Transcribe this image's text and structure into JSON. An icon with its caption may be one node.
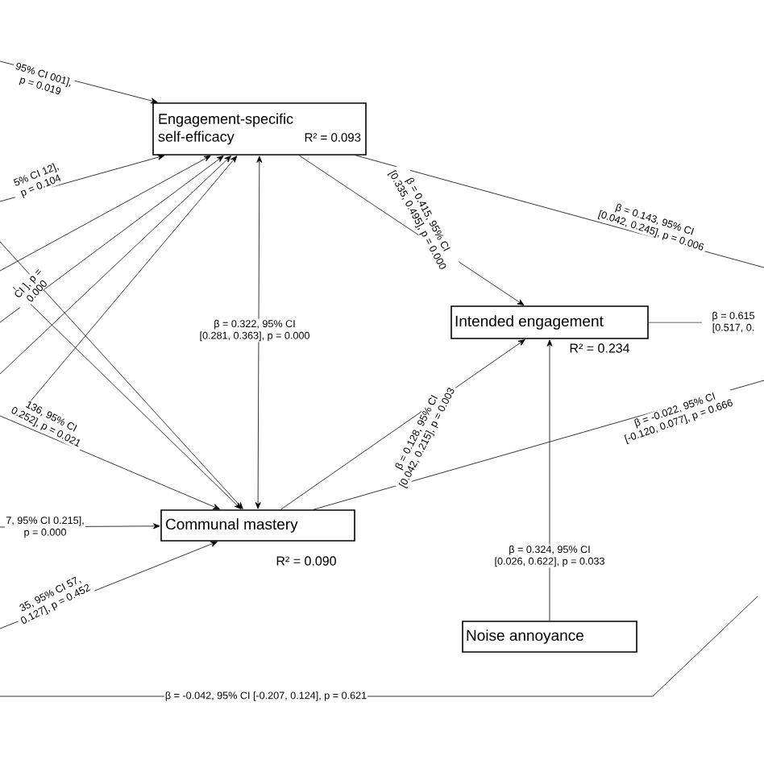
{
  "diagram": {
    "nodes": [
      {
        "text": [
          "Engagement-specific self-efficacy",
          "R² = 0.093"
        ]
      },
      {
        "text": [
          "Communal mastery"
        ],
        "beside": [
          "R² = 0.090"
        ]
      },
      {
        "text": [
          "Intended engagement"
        ],
        "beside": [
          "R² = 0.234"
        ]
      },
      {
        "text": [
          "Noise annoyance"
        ]
      }
    ],
    "edges": [
      {
        "from": null,
        "to": 0,
        "arrow": "to",
        "label": "95% CI 001], p = 0.019"
      },
      {
        "from": null,
        "to": 0,
        "arrow": "to",
        "label": "5% CI 12], p = 0.104"
      },
      {
        "from": null,
        "to": 0,
        "arrow": "to",
        "label": "CI ], p = 0.000"
      },
      {
        "from": null,
        "to": 0,
        "arrow": "to"
      },
      {
        "from": null,
        "to": 0,
        "arrow": "to"
      },
      {
        "from": null,
        "to": 0,
        "arrow": "to"
      },
      {
        "from": null,
        "to": 1,
        "arrow": "to"
      },
      {
        "from": null,
        "to": 1,
        "arrow": "to"
      },
      {
        "from": null,
        "to": 1,
        "arrow": "to",
        "label": "136, 95% CI 0.252], p = 0.021"
      },
      {
        "from": null,
        "to": 1,
        "arrow": "to",
        "label": "7, 95% CI 0.215], p = 0.000"
      },
      {
        "from": null,
        "to": 1,
        "arrow": "to",
        "label": "35, 95% CI 57, 0.127], p = 0.452"
      },
      {
        "from": 0,
        "to": 1,
        "arrow": "both",
        "label": "β = 0.322, 95% CI [0.281, 0.363], p = 0.000"
      },
      {
        "from": 0,
        "to": 2,
        "arrow": "to",
        "label": "β = 0.415, 95% CI [0.335, 0.495], p = 0.000"
      },
      {
        "from": 0,
        "to": null,
        "arrow": "none",
        "label": "β = 0.143, 95% CI [0.042, 0.245], p = 0.006"
      },
      {
        "from": 1,
        "to": 2,
        "arrow": "to",
        "label": "β = 0.128, 95% CI [0.042, 0.215], p = 0.003"
      },
      {
        "from": 1,
        "to": null,
        "arrow": "none",
        "label": "β = -0.022, 95% CI [-0.120, 0.077], p = 0.666"
      },
      {
        "from": 3,
        "to": 2,
        "arrow": "to",
        "label": "β = 0.324, 95% CI [0.026, 0.622], p = 0.033"
      },
      {
        "from": 2,
        "to": null,
        "arrow": "none",
        "label": "β = 0.615 [0.517, 0."
      }
    ],
    "labels": [
      "β = -0.042, 95% CI [-0.207, 0.124], p = 0.621"
    ]
  }
}
